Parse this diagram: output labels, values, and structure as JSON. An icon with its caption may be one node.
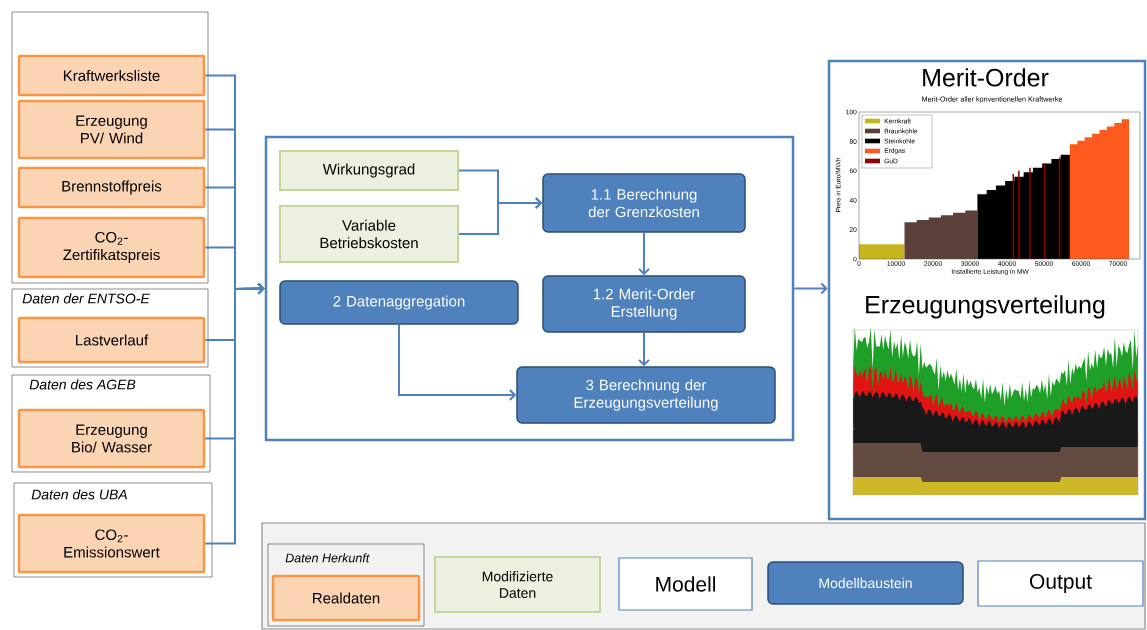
{
  "diagram": {
    "nodes": [
      {
        "text": [],
        "shape": "box"
      },
      {
        "text": [
          "Kraftwerksliste"
        ],
        "in": 0
      },
      {
        "text": [
          "Erzeugung PV/ Wind"
        ],
        "in": 0
      },
      {
        "text": [
          "Brennstoffpreis"
        ],
        "in": 0
      },
      {
        "text": [
          "CO$_{2}$- Zertifikatspreis"
        ],
        "in": 0
      },
      {
        "text": [
          "Daten der ENTSO-E"
        ]
      },
      {
        "text": [
          "Lastverlauf"
        ],
        "in": 5
      },
      {
        "text": [
          "Daten des AGEB"
        ]
      },
      {
        "text": [
          "Erzeugung Bio/ Wasser"
        ],
        "in": 7
      },
      {
        "text": [
          "Daten des UBA"
        ]
      },
      {
        "text": [
          "CO$_{2}$- Emissionswert"
        ],
        "in": 9
      },
      {
        "text": [],
        "shape": "box"
      },
      {
        "text": [
          "Wirkungsgrad"
        ],
        "in": 11
      },
      {
        "text": [
          "Variable Betriebskosten"
        ],
        "in": 11
      },
      {
        "text": [
          "1.1 Berechnung der Grenzkosten"
        ],
        "in": 11
      },
      {
        "text": [
          "2 Datenaggregation"
        ],
        "in": 11
      },
      {
        "text": [
          "1.2 Merit-Order Erstellung"
        ],
        "in": 11
      },
      {
        "text": [
          "3 Berechnung der Erzeugungsverteilung"
        ],
        "in": 11
      },
      {
        "text": [
          "Merit-Order",
          "Erzeugungsverteilung"
        ]
      },
      {
        "text": [],
        "shape": "box"
      },
      {
        "text": [
          "Daten Herkunft"
        ],
        "in": 19
      },
      {
        "text": [
          "Realdaten"
        ],
        "in": 20
      },
      {
        "text": [
          "Modifizierte Daten"
        ],
        "in": 19
      },
      {
        "text": [
          "Modell"
        ],
        "in": 19
      },
      {
        "text": [
          "Modellbaustein"
        ],
        "in": 19
      },
      {
        "text": [
          "Output"
        ],
        "in": 19
      }
    ],
    "edges": [
      {
        "from": 1,
        "to": 11,
        "arrow": "to"
      },
      {
        "from": 2,
        "to": 11,
        "arrow": "to"
      },
      {
        "from": 3,
        "to": 11,
        "arrow": "to"
      },
      {
        "from": 4,
        "to": 11,
        "arrow": "to"
      },
      {
        "from": 6,
        "to": 11,
        "arrow": "to"
      },
      {
        "from": 8,
        "to": 11,
        "arrow": "to"
      },
      {
        "from": 10,
        "to": 11,
        "arrow": "to"
      },
      {
        "from": 12,
        "to": 14,
        "arrow": "to"
      },
      {
        "from": 13,
        "to": 14,
        "arrow": "to"
      },
      {
        "from": 14,
        "to": 16,
        "arrow": "to"
      },
      {
        "from": 16,
        "to": 17,
        "arrow": "to"
      },
      {
        "from": 15,
        "to": 17,
        "arrow": "to"
      },
      {
        "from": 11,
        "to": 18,
        "arrow": "to"
      }
    ],
    "labels": [
      "Merit-Order aller konventionellen Kraftwerke",
      "0",
      "20",
      "40",
      "60",
      "80",
      "100",
      "Preis in Euro/MWh",
      "0",
      "10000",
      "20000",
      "30000",
      "40000",
      "50000",
      "60000",
      "70000",
      "Installierte Leistung in MW"
    ],
    "legend": [
      {
        "text": "Kernkraft",
        "color": "#c8b41e"
      },
      {
        "text": "Braunkohle",
        "color": "#5a4038"
      },
      {
        "text": "Steinkohle",
        "color": "#000000"
      },
      {
        "text": "Erdgas",
        "color": "#ff5a1e"
      },
      {
        "text": "GuD",
        "color": "#8b0000"
      }
    ]
  }
}
